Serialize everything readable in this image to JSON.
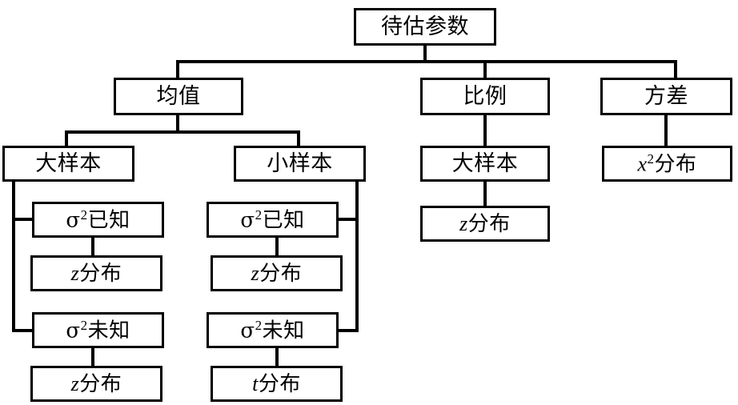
{
  "diagram": {
    "title": "待估参数",
    "type": "tree-flowchart",
    "colors": {
      "background": "#ffffff",
      "stroke": "#000000",
      "text": "#000000",
      "node_fill": "#ffffff"
    },
    "nodes": {
      "root": "待估参数",
      "mean": "均值",
      "proportion": "比例",
      "variance": "方差",
      "mean_large_sample": "大样本",
      "mean_small_sample": "小样本",
      "proportion_large_sample": "大样本",
      "proportion_z": "z分布",
      "variance_chisq": "x2分布",
      "large_sigma_known": "σ2已知",
      "large_sigma_known_z": "z分布",
      "large_sigma_unknown": "σ2未知",
      "large_sigma_unknown_z": "z分布",
      "small_sigma_known": "σ2已知",
      "small_sigma_known_z": "z分布",
      "small_sigma_unknown": "σ2未知",
      "small_sigma_unknown_t": "t分布"
    },
    "parts": {
      "sigma": "σ",
      "sq": "2",
      "known": "已知",
      "unknown": "未知",
      "dist": "分布",
      "z": "z",
      "t": "t",
      "x": "x"
    }
  }
}
